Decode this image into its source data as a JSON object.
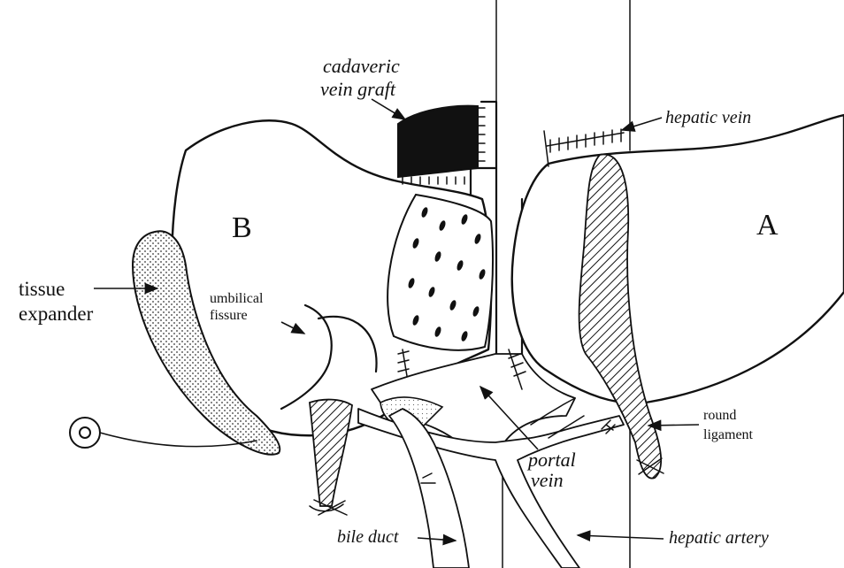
{
  "figure": {
    "panel_labels": {
      "left_graft": "B",
      "right_graft": "A"
    },
    "labels": {
      "cadaveric_vein_graft_line1": "cadaveric",
      "cadaveric_vein_graft_line2": "vein graft",
      "hepatic_vein": "hepatic vein",
      "tissue_expander_line1": "tissue",
      "tissue_expander_line2": "expander",
      "umbilical_fissure_line1": "umbilical",
      "umbilical_fissure_line2": "fissure",
      "round_ligament_line1": "round",
      "round_ligament_line2": "ligament",
      "portal_vein_line1": "portal",
      "portal_vein_line2": "vein",
      "bile_duct": "bile duct",
      "hepatic_artery": "hepatic artery"
    }
  }
}
